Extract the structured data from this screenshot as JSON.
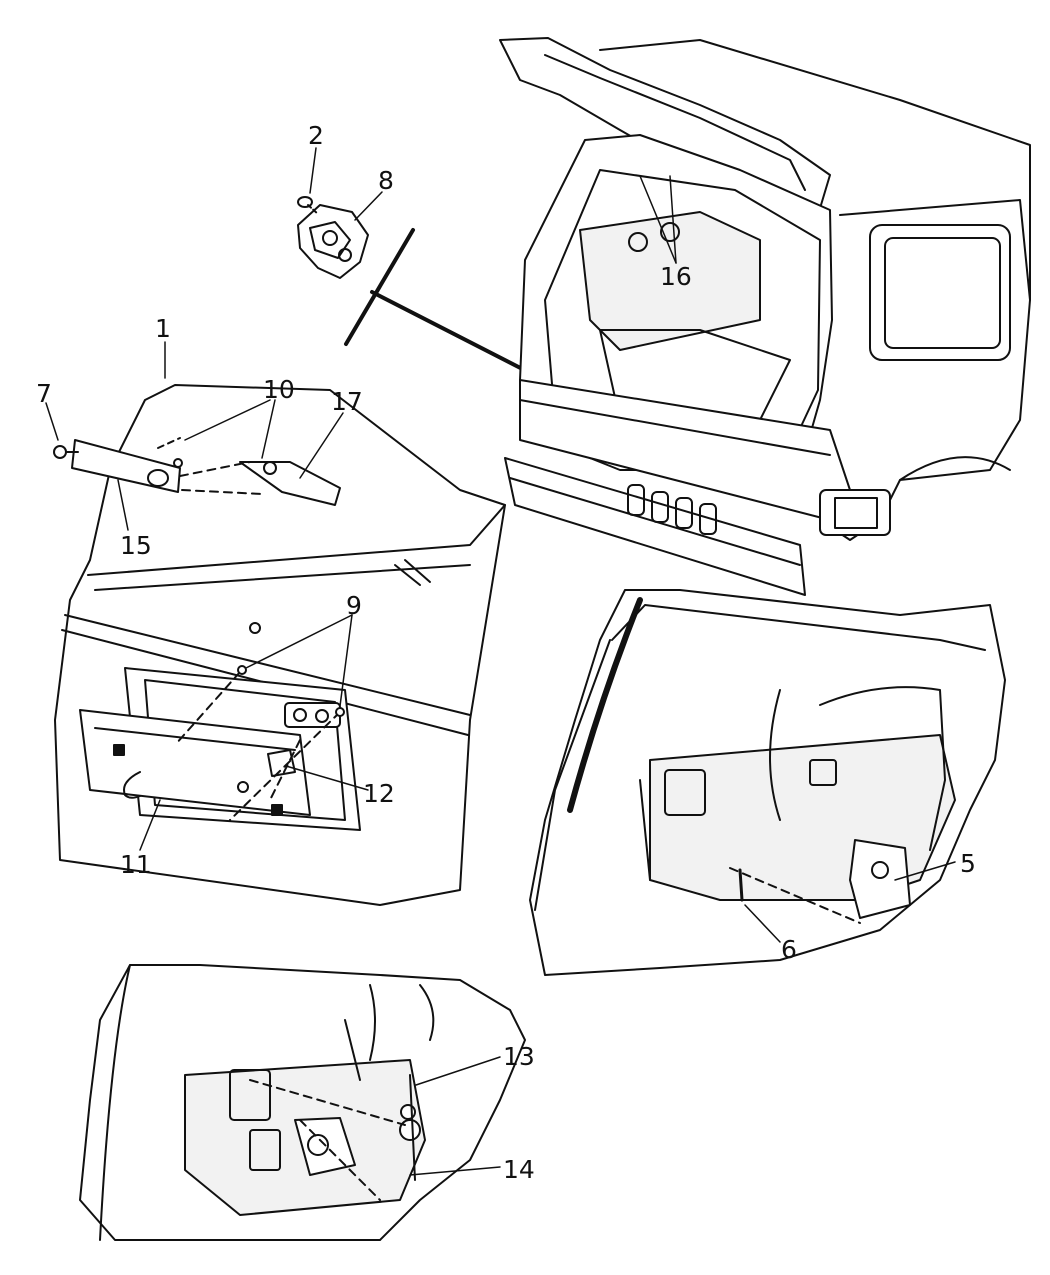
{
  "diagram": {
    "colors": {
      "ink": "#111111",
      "fill": "#ffffff",
      "shade": "#f2f2f2"
    },
    "callouts": [
      {
        "id": "c2",
        "text": "2"
      },
      {
        "id": "c8",
        "text": "8"
      },
      {
        "id": "c1",
        "text": "1"
      },
      {
        "id": "c7",
        "text": "7"
      },
      {
        "id": "c10",
        "text": "10"
      },
      {
        "id": "c17",
        "text": "17"
      },
      {
        "id": "c15",
        "text": "15"
      },
      {
        "id": "c16",
        "text": "16"
      },
      {
        "id": "c9",
        "text": "9"
      },
      {
        "id": "c12",
        "text": "12"
      },
      {
        "id": "c11",
        "text": "11"
      },
      {
        "id": "c5",
        "text": "5"
      },
      {
        "id": "c6",
        "text": "6"
      },
      {
        "id": "c13",
        "text": "13"
      },
      {
        "id": "c14",
        "text": "14"
      }
    ]
  }
}
